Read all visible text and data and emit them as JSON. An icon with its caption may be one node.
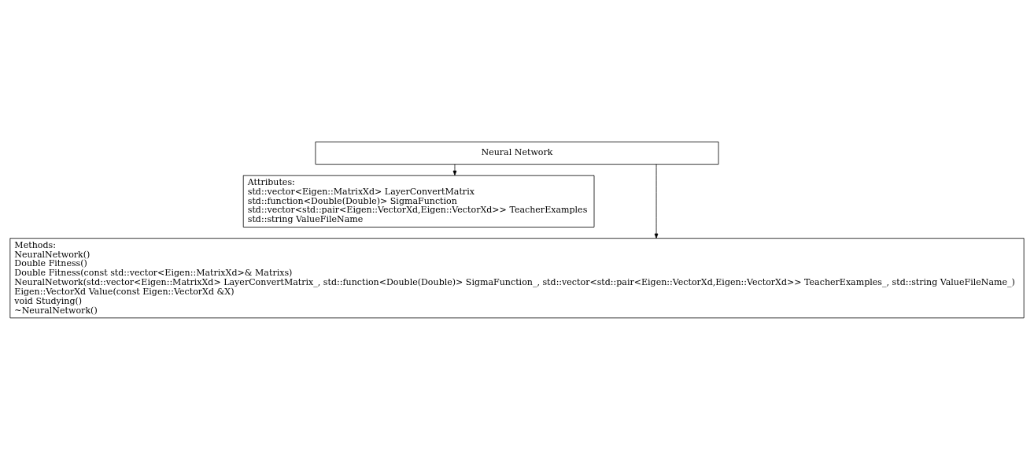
{
  "diagram": {
    "nodes": [
      {
        "text": [
          "Neural Network"
        ]
      },
      {
        "text": [
          "Attributes:",
          "std::vector<Eigen::MatrixXd> LayerConvertMatrix",
          "std::function<Double(Double)> SigmaFunction",
          "std::vector<std::pair<Eigen::VectorXd,Eigen::VectorXd>> TeacherExamples",
          "std::string ValueFileName"
        ]
      },
      {
        "text": [
          "Methods:",
          "NeuralNetwork()",
          "Double Fitness()",
          "Double Fitness(const std::vector<Eigen::MatrixXd>& Matrixs)",
          "NeuralNetwork(std::vector<Eigen::MatrixXd> LayerConvertMatrix_, std::function<Double(Double)> SigmaFunction_, std::vector<std::pair<Eigen::VectorXd,Eigen::VectorXd>> TeacherExamples_, std::string ValueFileName_)",
          "Eigen::VectorXd Value(const Eigen::VectorXd &X)",
          "void Studying()",
          "~NeuralNetwork()"
        ]
      }
    ],
    "edges": [
      {
        "from": 0,
        "to": 1,
        "arrow": "to"
      },
      {
        "from": 0,
        "to": 2,
        "arrow": "to"
      }
    ]
  }
}
